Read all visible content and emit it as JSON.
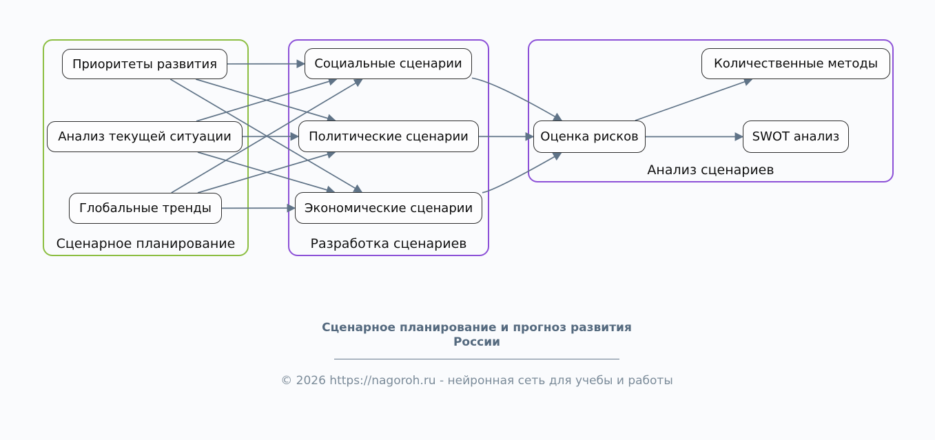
{
  "diagram": {
    "groups": [
      {
        "id": "scenario-planning",
        "label": "Сценарное планирование",
        "border_color": "#8cbe41"
      },
      {
        "id": "scenario-development",
        "label": "Разработка сценариев",
        "border_color": "#8c50d7"
      },
      {
        "id": "scenario-analysis",
        "label": "Анализ сценариев",
        "border_color": "#8c50d7"
      }
    ],
    "nodes": [
      {
        "id": "priorities",
        "label": "Приоритеты развития"
      },
      {
        "id": "current-situation",
        "label": "Анализ текущей ситуации"
      },
      {
        "id": "global-trends",
        "label": "Глобальные тренды"
      },
      {
        "id": "social",
        "label": "Социальные сценарии"
      },
      {
        "id": "political",
        "label": "Политические сценарии"
      },
      {
        "id": "economic",
        "label": "Экономические сценарии"
      },
      {
        "id": "risk-assessment",
        "label": "Оценка рисков"
      },
      {
        "id": "quantitative-methods",
        "label": "Количественные методы"
      },
      {
        "id": "swot-analysis",
        "label": "SWOT анализ"
      }
    ],
    "edges": [
      {
        "from": "priorities",
        "to": "social"
      },
      {
        "from": "priorities",
        "to": "political"
      },
      {
        "from": "priorities",
        "to": "economic"
      },
      {
        "from": "current-situation",
        "to": "social"
      },
      {
        "from": "current-situation",
        "to": "political"
      },
      {
        "from": "current-situation",
        "to": "economic"
      },
      {
        "from": "global-trends",
        "to": "social"
      },
      {
        "from": "global-trends",
        "to": "political"
      },
      {
        "from": "global-trends",
        "to": "economic"
      },
      {
        "from": "social",
        "to": "risk-assessment",
        "bend": 28
      },
      {
        "from": "political",
        "to": "risk-assessment"
      },
      {
        "from": "economic",
        "to": "risk-assessment",
        "bend": -28
      },
      {
        "from": "risk-assessment",
        "to": "quantitative-methods"
      },
      {
        "from": "risk-assessment",
        "to": "swot-analysis"
      }
    ],
    "edge_color": "#5f7387"
  },
  "footer": {
    "title": "Сценарное планирование и прогноз развития\nРоссии",
    "copyright": "© 2026 https://nagoroh.ru - нейронная сеть для учебы и работы"
  },
  "colors": {
    "background": "#fafbfd",
    "node_border": "#2d2d2d",
    "group_green": "#8cbe41",
    "group_purple": "#8c50d7",
    "edge": "#5f7387",
    "footer_title": "#54697e",
    "footer_copyright": "#7b8b99"
  }
}
